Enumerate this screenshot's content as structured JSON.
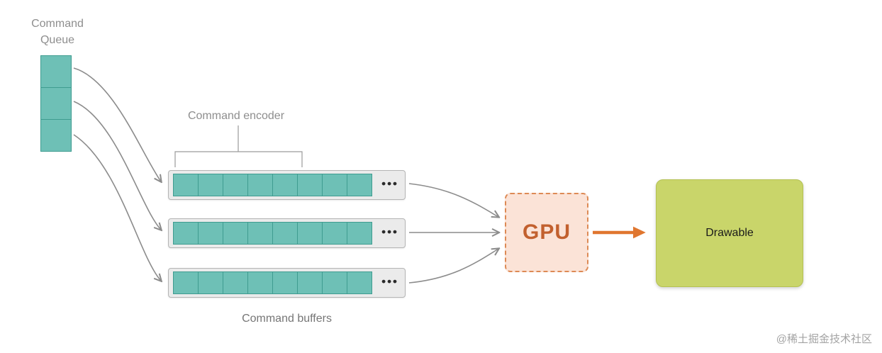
{
  "diagram": {
    "command_queue": {
      "label_line1": "Command",
      "label_line2": "Queue",
      "cell_count": 3
    },
    "command_encoder": {
      "label": "Command encoder"
    },
    "command_buffers": {
      "label": "Command buffers",
      "row_count": 3,
      "cells_per_row": 8,
      "ellipsis": "•••"
    },
    "gpu": {
      "label": "GPU"
    },
    "drawable": {
      "label": "Drawable"
    },
    "watermark": "@稀土掘金技术社区",
    "colors": {
      "cell_fill": "#6ec0b6",
      "cell_border": "#3f9c90",
      "buffer_bg": "#ebebeb",
      "buffer_border": "#b5b5b5",
      "gpu_fill": "#fbe3d7",
      "gpu_border": "#dd8a55",
      "gpu_text": "#c2602e",
      "drawable_fill": "#c9d56a",
      "arrow_gray": "#8c8c8c",
      "arrow_orange": "#e0762f",
      "label_gray": "#8e8e8e"
    }
  }
}
